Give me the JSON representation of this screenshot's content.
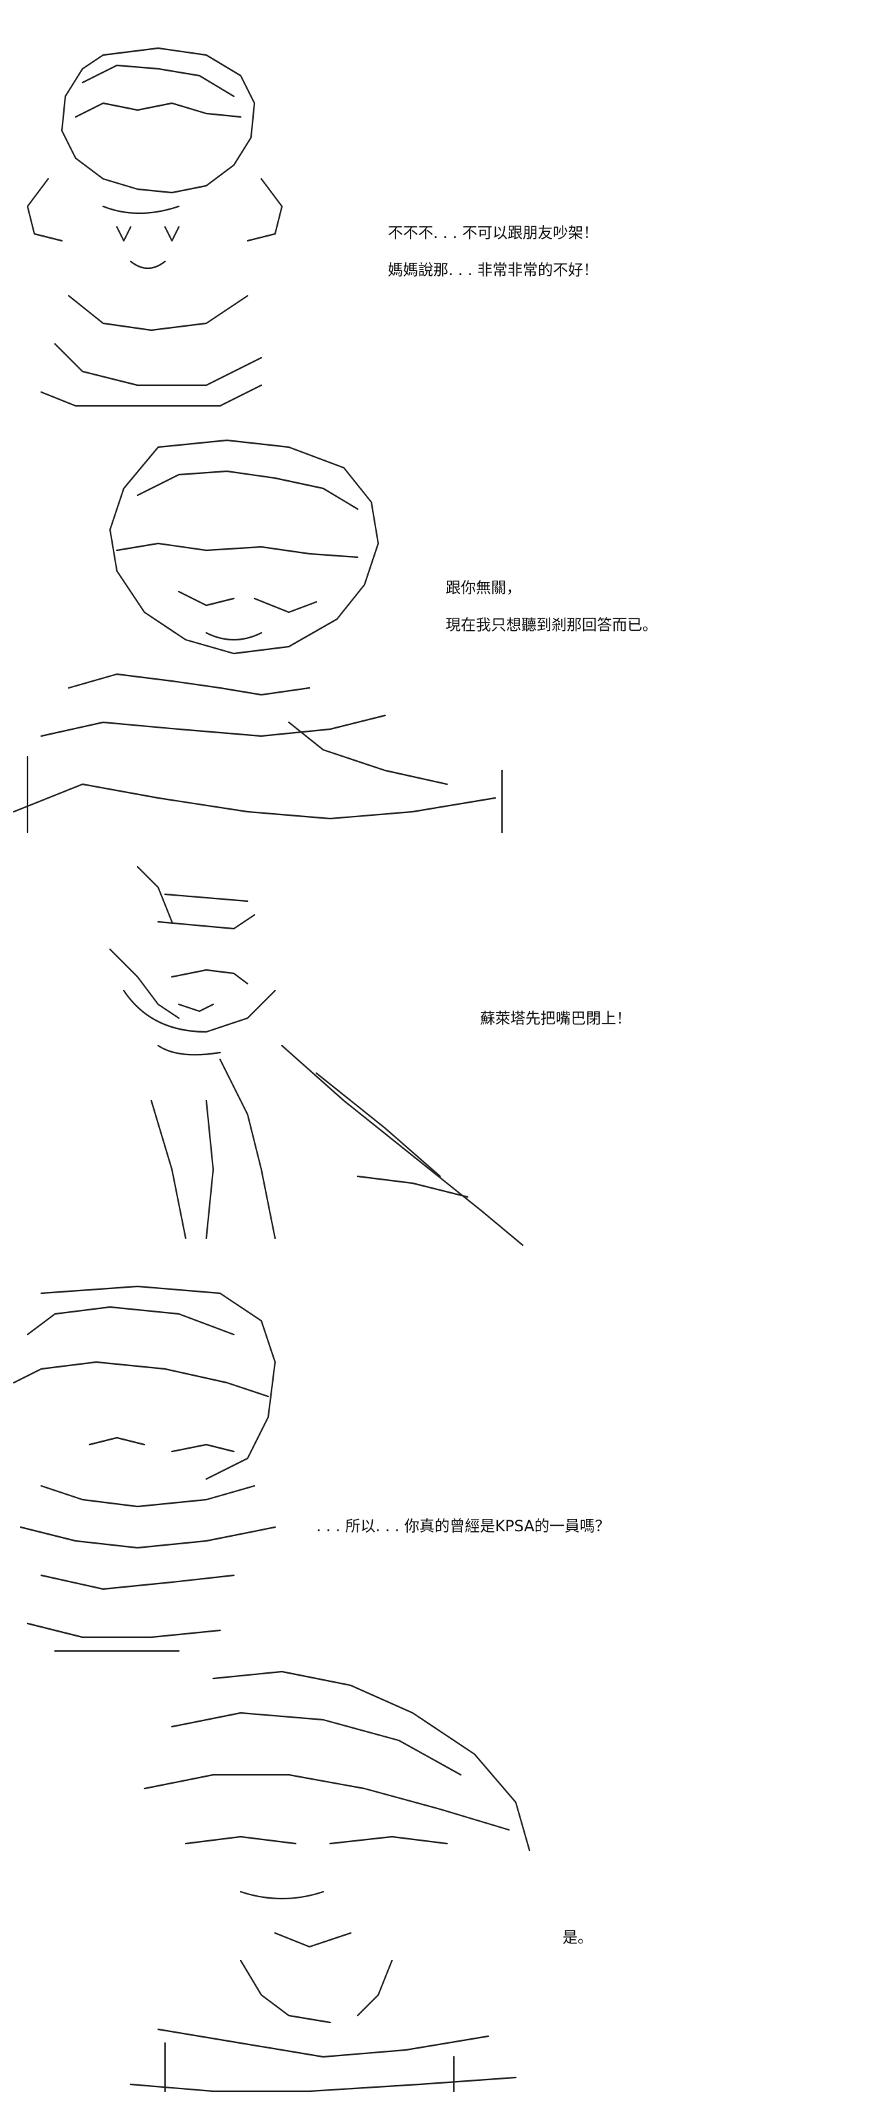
{
  "panels": [
    {
      "name": "panel-1",
      "lines": [
        "不不不. . . 不可以跟朋友吵架！",
        "媽媽說那. . . 非常非常的不好！"
      ]
    },
    {
      "name": "panel-2",
      "lines": [
        "跟你無關，",
        "現在我只想聽到剎那回答而已。"
      ]
    },
    {
      "name": "panel-3",
      "lines": [
        "蘇萊塔先把嘴巴閉上！"
      ]
    },
    {
      "name": "panel-4",
      "lines": [
        ". . . 所以. . . 你真的曾經是KPSA的一員嗎？"
      ]
    },
    {
      "name": "panel-5",
      "lines": [
        "是。"
      ]
    }
  ]
}
